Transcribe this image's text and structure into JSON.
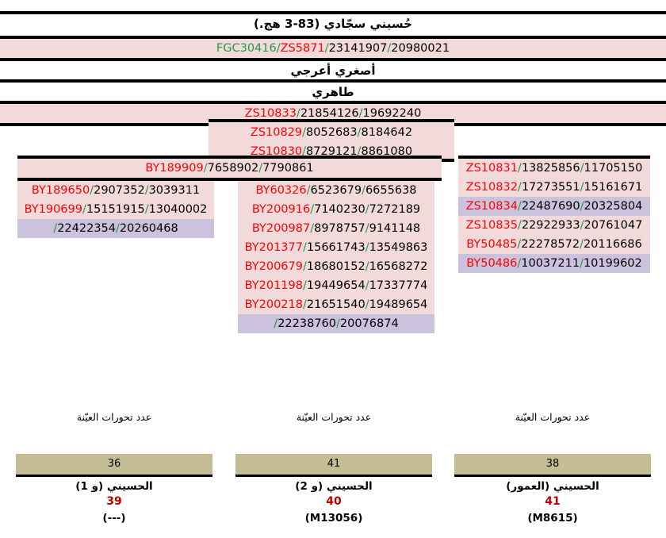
{
  "header": {
    "rows": [
      {
        "type": "name",
        "text": "حُسيني سجّادي (83-3 هج.)",
        "band": "white"
      },
      {
        "type": "snps",
        "band": "pink",
        "lines": [
          {
            "segments": [
              {
                "text": "FGC30416",
                "color": "green"
              },
              {
                "text": "/",
                "color": "sep"
              },
              {
                "text": "ZS5871",
                "color": "red"
              },
              {
                "text": "/",
                "color": "sep"
              },
              {
                "text": "23141907",
                "color": "black"
              },
              {
                "text": "/",
                "color": "sep"
              },
              {
                "text": "20980021",
                "color": "black"
              }
            ]
          }
        ]
      },
      {
        "type": "name",
        "text": "أصغري أعرجي",
        "band": "white"
      },
      {
        "type": "name",
        "text": "طاهري",
        "band": "white"
      },
      {
        "type": "snps",
        "band": "pink",
        "lines": [
          {
            "segments": [
              {
                "text": "ZS10833",
                "color": "red"
              },
              {
                "text": "/",
                "color": "sep"
              },
              {
                "text": "21854126",
                "color": "black"
              },
              {
                "text": "/",
                "color": "sep"
              },
              {
                "text": "19692240",
                "color": "black"
              }
            ]
          }
        ]
      }
    ]
  },
  "mid_block": {
    "lines": [
      {
        "segments": [
          {
            "text": "ZS10829",
            "color": "red"
          },
          {
            "text": "/",
            "color": "sep"
          },
          {
            "text": "8052683",
            "color": "black"
          },
          {
            "text": "/",
            "color": "sep"
          },
          {
            "text": "8184642",
            "color": "black"
          }
        ]
      },
      {
        "segments": [
          {
            "text": "ZS10830",
            "color": "red"
          },
          {
            "text": "/",
            "color": "sep"
          },
          {
            "text": "8729121",
            "color": "black"
          },
          {
            "text": "/",
            "color": "sep"
          },
          {
            "text": "8861080",
            "color": "black"
          }
        ]
      }
    ]
  },
  "wide_block": {
    "lines": [
      {
        "segments": [
          {
            "text": "BY189909",
            "color": "red"
          },
          {
            "text": "/",
            "color": "sep"
          },
          {
            "text": "7658902",
            "color": "black"
          },
          {
            "text": "/",
            "color": "sep"
          },
          {
            "text": "7790861",
            "color": "black"
          }
        ]
      }
    ]
  },
  "columns": {
    "left": {
      "lines": [
        {
          "band": "pink",
          "segments": [
            {
              "text": "BY189650",
              "color": "red"
            },
            {
              "text": "/",
              "color": "sep"
            },
            {
              "text": "2907352",
              "color": "black"
            },
            {
              "text": "/",
              "color": "sep"
            },
            {
              "text": "3039311",
              "color": "black"
            }
          ]
        },
        {
          "band": "pink",
          "segments": [
            {
              "text": "BY190699",
              "color": "red"
            },
            {
              "text": "/",
              "color": "sep"
            },
            {
              "text": "15151915",
              "color": "black"
            },
            {
              "text": "/",
              "color": "sep"
            },
            {
              "text": "13040002",
              "color": "black"
            }
          ]
        },
        {
          "band": "lilac",
          "segments": [
            {
              "text": "/",
              "color": "sep"
            },
            {
              "text": "22422354",
              "color": "black"
            },
            {
              "text": "/",
              "color": "sep"
            },
            {
              "text": "20260468",
              "color": "black"
            }
          ]
        }
      ]
    },
    "middle": {
      "lines": [
        {
          "band": "pink",
          "segments": [
            {
              "text": "BY60326",
              "color": "red"
            },
            {
              "text": "/",
              "color": "sep"
            },
            {
              "text": "6523679",
              "color": "black"
            },
            {
              "text": "/",
              "color": "sep"
            },
            {
              "text": "6655638",
              "color": "black"
            }
          ]
        },
        {
          "band": "pink",
          "segments": [
            {
              "text": "BY200916",
              "color": "red"
            },
            {
              "text": "/",
              "color": "sep"
            },
            {
              "text": "7140230",
              "color": "black"
            },
            {
              "text": "/",
              "color": "sep"
            },
            {
              "text": "7272189",
              "color": "black"
            }
          ]
        },
        {
          "band": "pink",
          "segments": [
            {
              "text": "BY200987",
              "color": "red"
            },
            {
              "text": "/",
              "color": "sep"
            },
            {
              "text": "8978757",
              "color": "black"
            },
            {
              "text": "/",
              "color": "sep"
            },
            {
              "text": "9141148",
              "color": "black"
            }
          ]
        },
        {
          "band": "pink",
          "segments": [
            {
              "text": "BY201377",
              "color": "red"
            },
            {
              "text": "/",
              "color": "sep"
            },
            {
              "text": "15661743",
              "color": "black"
            },
            {
              "text": "/",
              "color": "sep"
            },
            {
              "text": "13549863",
              "color": "black"
            }
          ]
        },
        {
          "band": "pink",
          "segments": [
            {
              "text": "BY200679",
              "color": "red"
            },
            {
              "text": "/",
              "color": "sep"
            },
            {
              "text": "18680152",
              "color": "black"
            },
            {
              "text": "/",
              "color": "sep"
            },
            {
              "text": "16568272",
              "color": "black"
            }
          ]
        },
        {
          "band": "pink",
          "segments": [
            {
              "text": "BY201198",
              "color": "red"
            },
            {
              "text": "/",
              "color": "sep"
            },
            {
              "text": "19449654",
              "color": "black"
            },
            {
              "text": "/",
              "color": "sep"
            },
            {
              "text": "17337774",
              "color": "black"
            }
          ]
        },
        {
          "band": "pink",
          "segments": [
            {
              "text": "BY200218",
              "color": "red"
            },
            {
              "text": "/",
              "color": "sep"
            },
            {
              "text": "21651540",
              "color": "black"
            },
            {
              "text": "/",
              "color": "sep"
            },
            {
              "text": "19489654",
              "color": "black"
            }
          ]
        },
        {
          "band": "lilac",
          "segments": [
            {
              "text": "/",
              "color": "sep"
            },
            {
              "text": "22238760",
              "color": "black"
            },
            {
              "text": "/",
              "color": "sep"
            },
            {
              "text": "20076874",
              "color": "black"
            }
          ]
        }
      ]
    },
    "right": {
      "lines": [
        {
          "band": "pink",
          "segments": [
            {
              "text": "ZS10831",
              "color": "red"
            },
            {
              "text": "/",
              "color": "sep"
            },
            {
              "text": "13825856",
              "color": "black"
            },
            {
              "text": "/",
              "color": "sep"
            },
            {
              "text": "11705150",
              "color": "black"
            }
          ]
        },
        {
          "band": "pink",
          "segments": [
            {
              "text": "ZS10832",
              "color": "red"
            },
            {
              "text": "/",
              "color": "sep"
            },
            {
              "text": "17273551",
              "color": "black"
            },
            {
              "text": "/",
              "color": "sep"
            },
            {
              "text": "15161671",
              "color": "black"
            }
          ]
        },
        {
          "band": "lilac",
          "segments": [
            {
              "text": "ZS10834",
              "color": "red"
            },
            {
              "text": "/",
              "color": "sep"
            },
            {
              "text": "22487690",
              "color": "black"
            },
            {
              "text": "/",
              "color": "sep"
            },
            {
              "text": "20325804",
              "color": "black"
            }
          ]
        },
        {
          "band": "pink",
          "segments": [
            {
              "text": "ZS10835",
              "color": "red"
            },
            {
              "text": "/",
              "color": "sep"
            },
            {
              "text": "22922933",
              "color": "black"
            },
            {
              "text": "/",
              "color": "sep"
            },
            {
              "text": "20761047",
              "color": "black"
            }
          ]
        },
        {
          "band": "pink",
          "segments": [
            {
              "text": "BY50485",
              "color": "red"
            },
            {
              "text": "/",
              "color": "sep"
            },
            {
              "text": "22278572",
              "color": "black"
            },
            {
              "text": "/",
              "color": "sep"
            },
            {
              "text": "20116686",
              "color": "black"
            }
          ]
        },
        {
          "band": "lilac",
          "segments": [
            {
              "text": "BY50486",
              "color": "red"
            },
            {
              "text": "/",
              "color": "sep"
            },
            {
              "text": "10037211",
              "color": "black"
            },
            {
              "text": "/",
              "color": "sep"
            },
            {
              "text": "10199602",
              "color": "black"
            }
          ]
        }
      ]
    }
  },
  "summary": {
    "columns": [
      {
        "heading": "عدد تحورات العيّنة",
        "box_value": "36",
        "label": "الحسيني (و 1)",
        "count": "39",
        "code": "(---)"
      },
      {
        "heading": "عدد تحورات العيّنة",
        "box_value": "41",
        "label": "الحسيني (و 2)",
        "count": "40",
        "code": "(M13056)"
      },
      {
        "heading": "عدد تحورات العيّنة",
        "box_value": "38",
        "label": "الحسيني (العمور)",
        "count": "41",
        "code": "(M8615)"
      }
    ]
  },
  "palette": {
    "pink": "#f2dada",
    "lilac": "#cbc2dd",
    "tan": "#c4bc92",
    "red": "#ff0000",
    "green": "#1f9c49",
    "dark_red": "#c00000",
    "black": "#000000"
  }
}
